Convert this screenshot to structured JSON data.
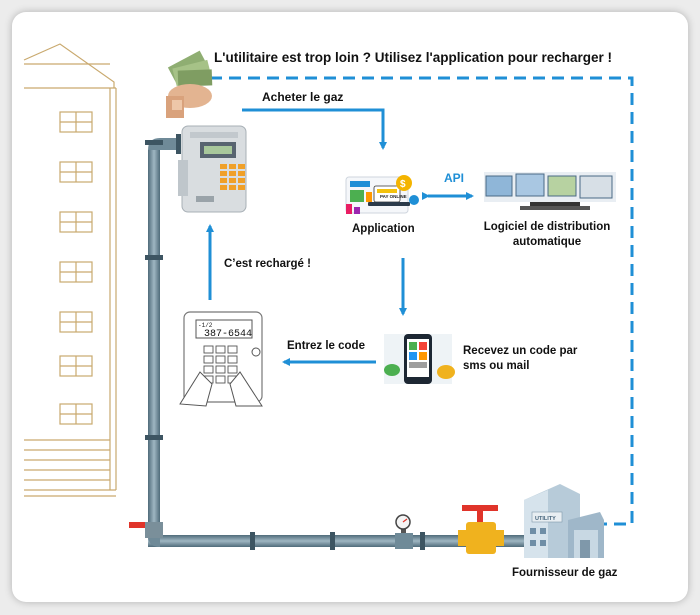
{
  "title": "L'utilitaire est trop loin ? Utilisez l'application pour recharger !",
  "labels": {
    "acheter": "Acheter le gaz",
    "application": "Application",
    "api": "API",
    "logiciel": "Logiciel de distribution automatique",
    "recharge": "C’est rechargé !",
    "entrez": "Entrez le code",
    "recevez": "Recevez un code par sms ou mail",
    "fournisseur": "Fournisseur de gaz"
  },
  "meter": {
    "display_code": "387-6544",
    "display_small": "-1/2"
  },
  "icon_text": {
    "pay_online": "PAY ONLINE",
    "utility": "UTILITY"
  },
  "colors": {
    "accent": "#1f8fd6",
    "pipe": "#607d8b",
    "building_outline": "#c9a96e",
    "valve_red": "#e0342a",
    "valve_yellow": "#f0b21e"
  }
}
